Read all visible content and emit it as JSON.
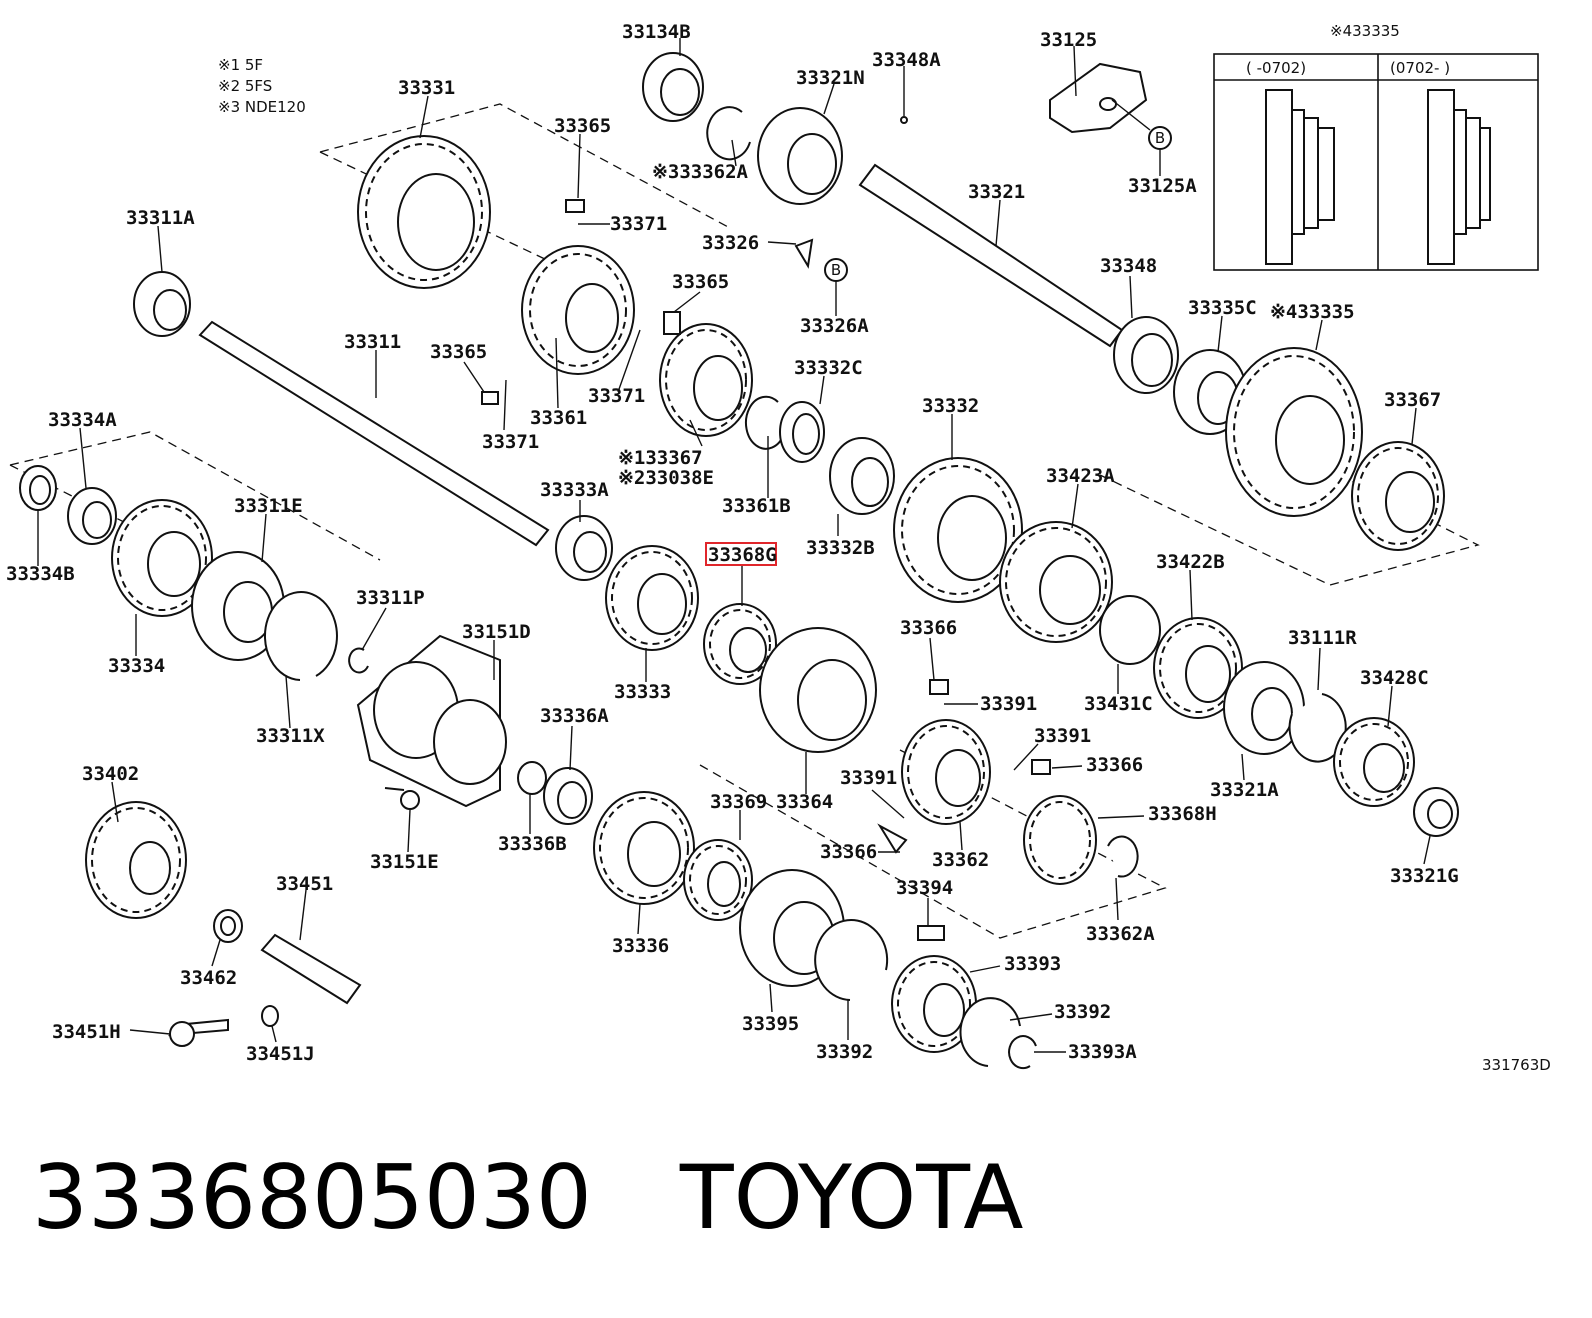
{
  "notes": [
    "※1 5F",
    "※2 5FS",
    "※3 NDE120"
  ],
  "inset": {
    "title": "※433335",
    "col_left": "(    -0702)",
    "col_right": "(0702-     )"
  },
  "parts": [
    {
      "label": "33134B"
    },
    {
      "label": "33125"
    },
    {
      "label": "33321N"
    },
    {
      "label": "33348A"
    },
    {
      "label": "33331"
    },
    {
      "label": "33365"
    },
    {
      "label": "※333362A"
    },
    {
      "label": "33125A"
    },
    {
      "label": "33311A"
    },
    {
      "label": "33371"
    },
    {
      "label": "33326"
    },
    {
      "label": "33321"
    },
    {
      "label": "33365"
    },
    {
      "label": "33326A"
    },
    {
      "label": "33348"
    },
    {
      "label": "33335C"
    },
    {
      "label": "※433335"
    },
    {
      "label": "33311"
    },
    {
      "label": "33365"
    },
    {
      "label": "33371"
    },
    {
      "label": "33332C"
    },
    {
      "label": "33361"
    },
    {
      "label": "33371"
    },
    {
      "label": "33332"
    },
    {
      "label": "33367"
    },
    {
      "label": "33334A"
    },
    {
      "label": "※133367"
    },
    {
      "label": "※233038E"
    },
    {
      "label": "33361B"
    },
    {
      "label": "33423A"
    },
    {
      "label": "33333A"
    },
    {
      "label": "33311E"
    },
    {
      "label": "33332B"
    },
    {
      "label": "33334B"
    },
    {
      "label": "33368G"
    },
    {
      "label": "33422B"
    },
    {
      "label": "33311P"
    },
    {
      "label": "33151D"
    },
    {
      "label": "33366"
    },
    {
      "label": "33111R"
    },
    {
      "label": "33334"
    },
    {
      "label": "33333"
    },
    {
      "label": "33391"
    },
    {
      "label": "33428C"
    },
    {
      "label": "33431C"
    },
    {
      "label": "33336A"
    },
    {
      "label": "33311X"
    },
    {
      "label": "33391"
    },
    {
      "label": "33402"
    },
    {
      "label": "33366"
    },
    {
      "label": "33321A"
    },
    {
      "label": "33369"
    },
    {
      "label": "33364"
    },
    {
      "label": "33391"
    },
    {
      "label": "33368H"
    },
    {
      "label": "33336B"
    },
    {
      "label": "33151E"
    },
    {
      "label": "33366"
    },
    {
      "label": "33362"
    },
    {
      "label": "33321G"
    },
    {
      "label": "33451"
    },
    {
      "label": "33394"
    },
    {
      "label": "33336"
    },
    {
      "label": "33362A"
    },
    {
      "label": "33462"
    },
    {
      "label": "33393"
    },
    {
      "label": "33395"
    },
    {
      "label": "33392"
    },
    {
      "label": "33451H"
    },
    {
      "label": "33451J"
    },
    {
      "label": "33392"
    },
    {
      "label": "33393A"
    }
  ],
  "markers": [
    "B",
    "B"
  ],
  "figure_ref": "331763D",
  "highlight_part": "33368G",
  "highlight_color": "#e0262b",
  "caption": {
    "part_number": "3336805030",
    "brand": "TOYOTA"
  }
}
